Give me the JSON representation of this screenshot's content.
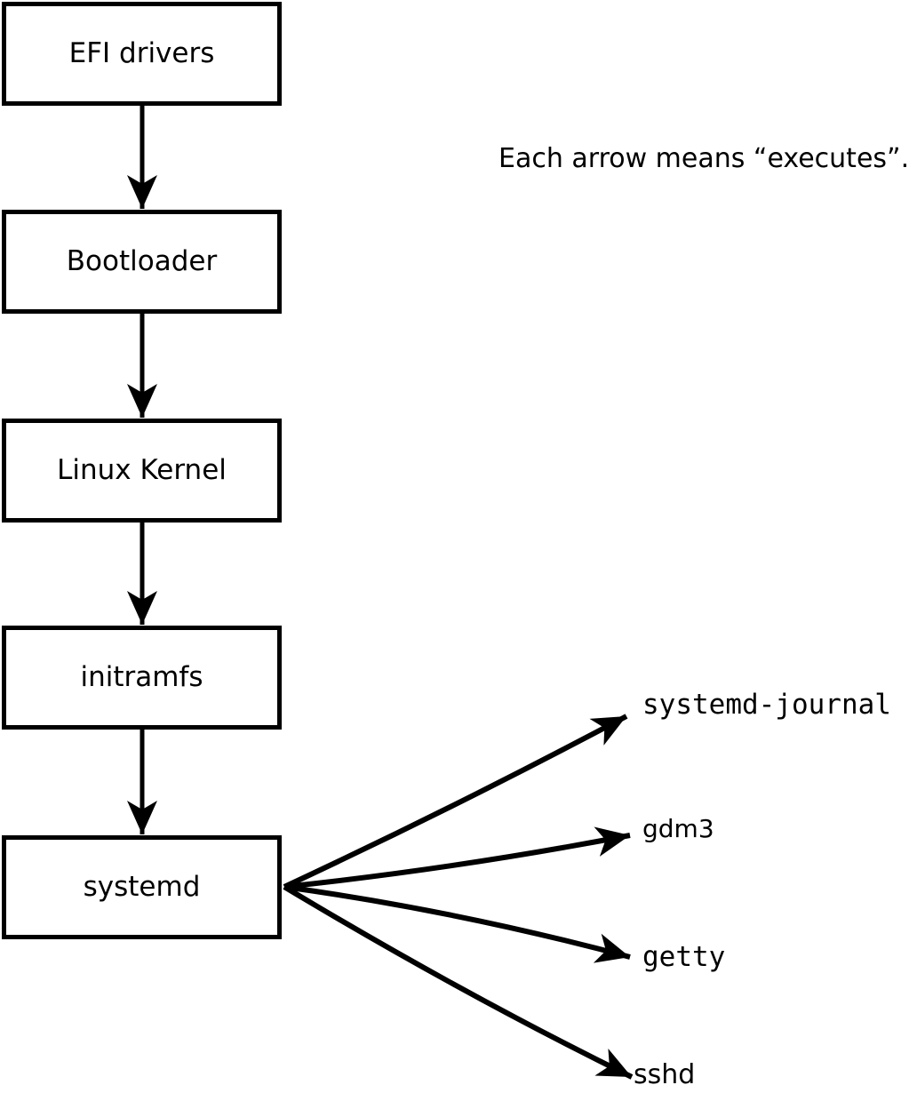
{
  "diagram": {
    "title_annotation": "Each arrow means “executes”.",
    "edge_meaning": "executes",
    "chain_nodes": [
      {
        "label": "EFI drivers"
      },
      {
        "label": "Bootloader"
      },
      {
        "label": "Linux Kernel"
      },
      {
        "label": "initramfs"
      },
      {
        "label": "systemd"
      }
    ],
    "spawned_processes": [
      {
        "label": "systemd-journal"
      },
      {
        "label": "gdm3"
      },
      {
        "label": "getty"
      },
      {
        "label": "sshd"
      }
    ],
    "colors": {
      "stroke": "#000000",
      "text": "#000000",
      "box_fill": "#ffffff",
      "background": "#ffffff"
    }
  }
}
